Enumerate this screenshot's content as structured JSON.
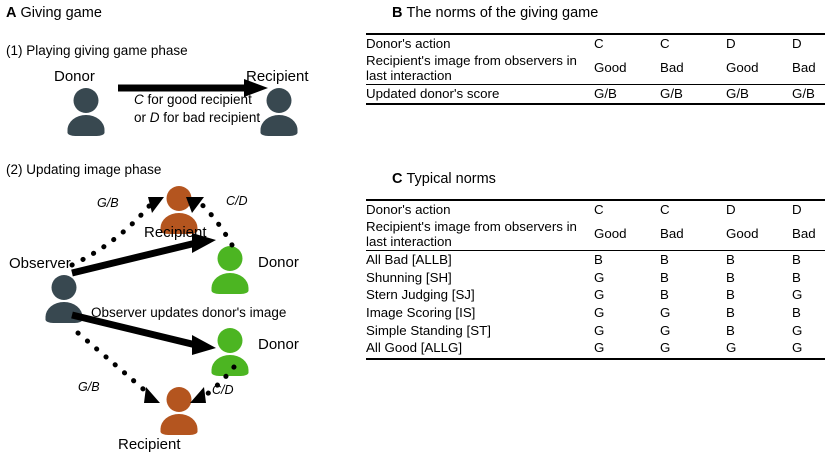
{
  "panels": {
    "a": {
      "letter": "A",
      "title": "Giving game"
    },
    "b": {
      "letter": "B",
      "title": "The norms of the giving game"
    },
    "c": {
      "letter": "C",
      "title": "Typical norms"
    }
  },
  "phase1": {
    "caption": "(1) Playing giving game phase",
    "donor_label": "Donor",
    "recipient_label": "Recipient",
    "rule_line1": "C for good recipient",
    "rule_line2": "or D for bad recipient",
    "rule_line1_italic": "C",
    "rule_line1_rest": " for good recipient",
    "rule_line2_pre": "or ",
    "rule_line2_italic": "D",
    "rule_line2_rest": " for bad recipient"
  },
  "phase2": {
    "caption": "(2) Updating image phase",
    "observer_label": "Observer",
    "recipient_top_label": "Recipient",
    "recipient_bottom_label": "Recipient",
    "donor_top_label": "Donor",
    "donor_bottom_label": "Donor",
    "update_text": "Observer updates donor's image",
    "gb_top": "G/B",
    "cd_top": "C/D",
    "gb_bottom": "G/B",
    "cd_bottom": "C/D"
  },
  "table_b": {
    "row_labels": {
      "action": "Donor's action",
      "image": "Recipient's image from observers in last interaction",
      "score": "Updated donor's score"
    },
    "actions": [
      "C",
      "C",
      "D",
      "D"
    ],
    "images": [
      "Good",
      "Bad",
      "Good",
      "Bad"
    ],
    "scores": [
      "G/B",
      "G/B",
      "G/B",
      "G/B"
    ]
  },
  "table_c": {
    "row_labels": {
      "action": "Donor's action",
      "image": "Recipient's image from observers in last interaction"
    },
    "actions": [
      "C",
      "C",
      "D",
      "D"
    ],
    "images": [
      "Good",
      "Bad",
      "Good",
      "Bad"
    ],
    "norms": [
      {
        "name": "All Bad [ALLB]",
        "values": [
          "B",
          "B",
          "B",
          "B"
        ]
      },
      {
        "name": "Shunning [SH]",
        "values": [
          "G",
          "B",
          "B",
          "B"
        ]
      },
      {
        "name": "Stern Judging [SJ]",
        "values": [
          "G",
          "B",
          "B",
          "G"
        ]
      },
      {
        "name": "Image Scoring [IS]",
        "values": [
          "G",
          "G",
          "B",
          "B"
        ]
      },
      {
        "name": "Simple Standing [ST]",
        "values": [
          "G",
          "G",
          "B",
          "G"
        ]
      },
      {
        "name": "All Good [ALLG]",
        "values": [
          "G",
          "G",
          "G",
          "G"
        ]
      }
    ]
  },
  "colors": {
    "dark_person": "#384850",
    "recipient_orange": "#B4551F",
    "donor_green": "#4CB522",
    "ink": "#000000"
  }
}
